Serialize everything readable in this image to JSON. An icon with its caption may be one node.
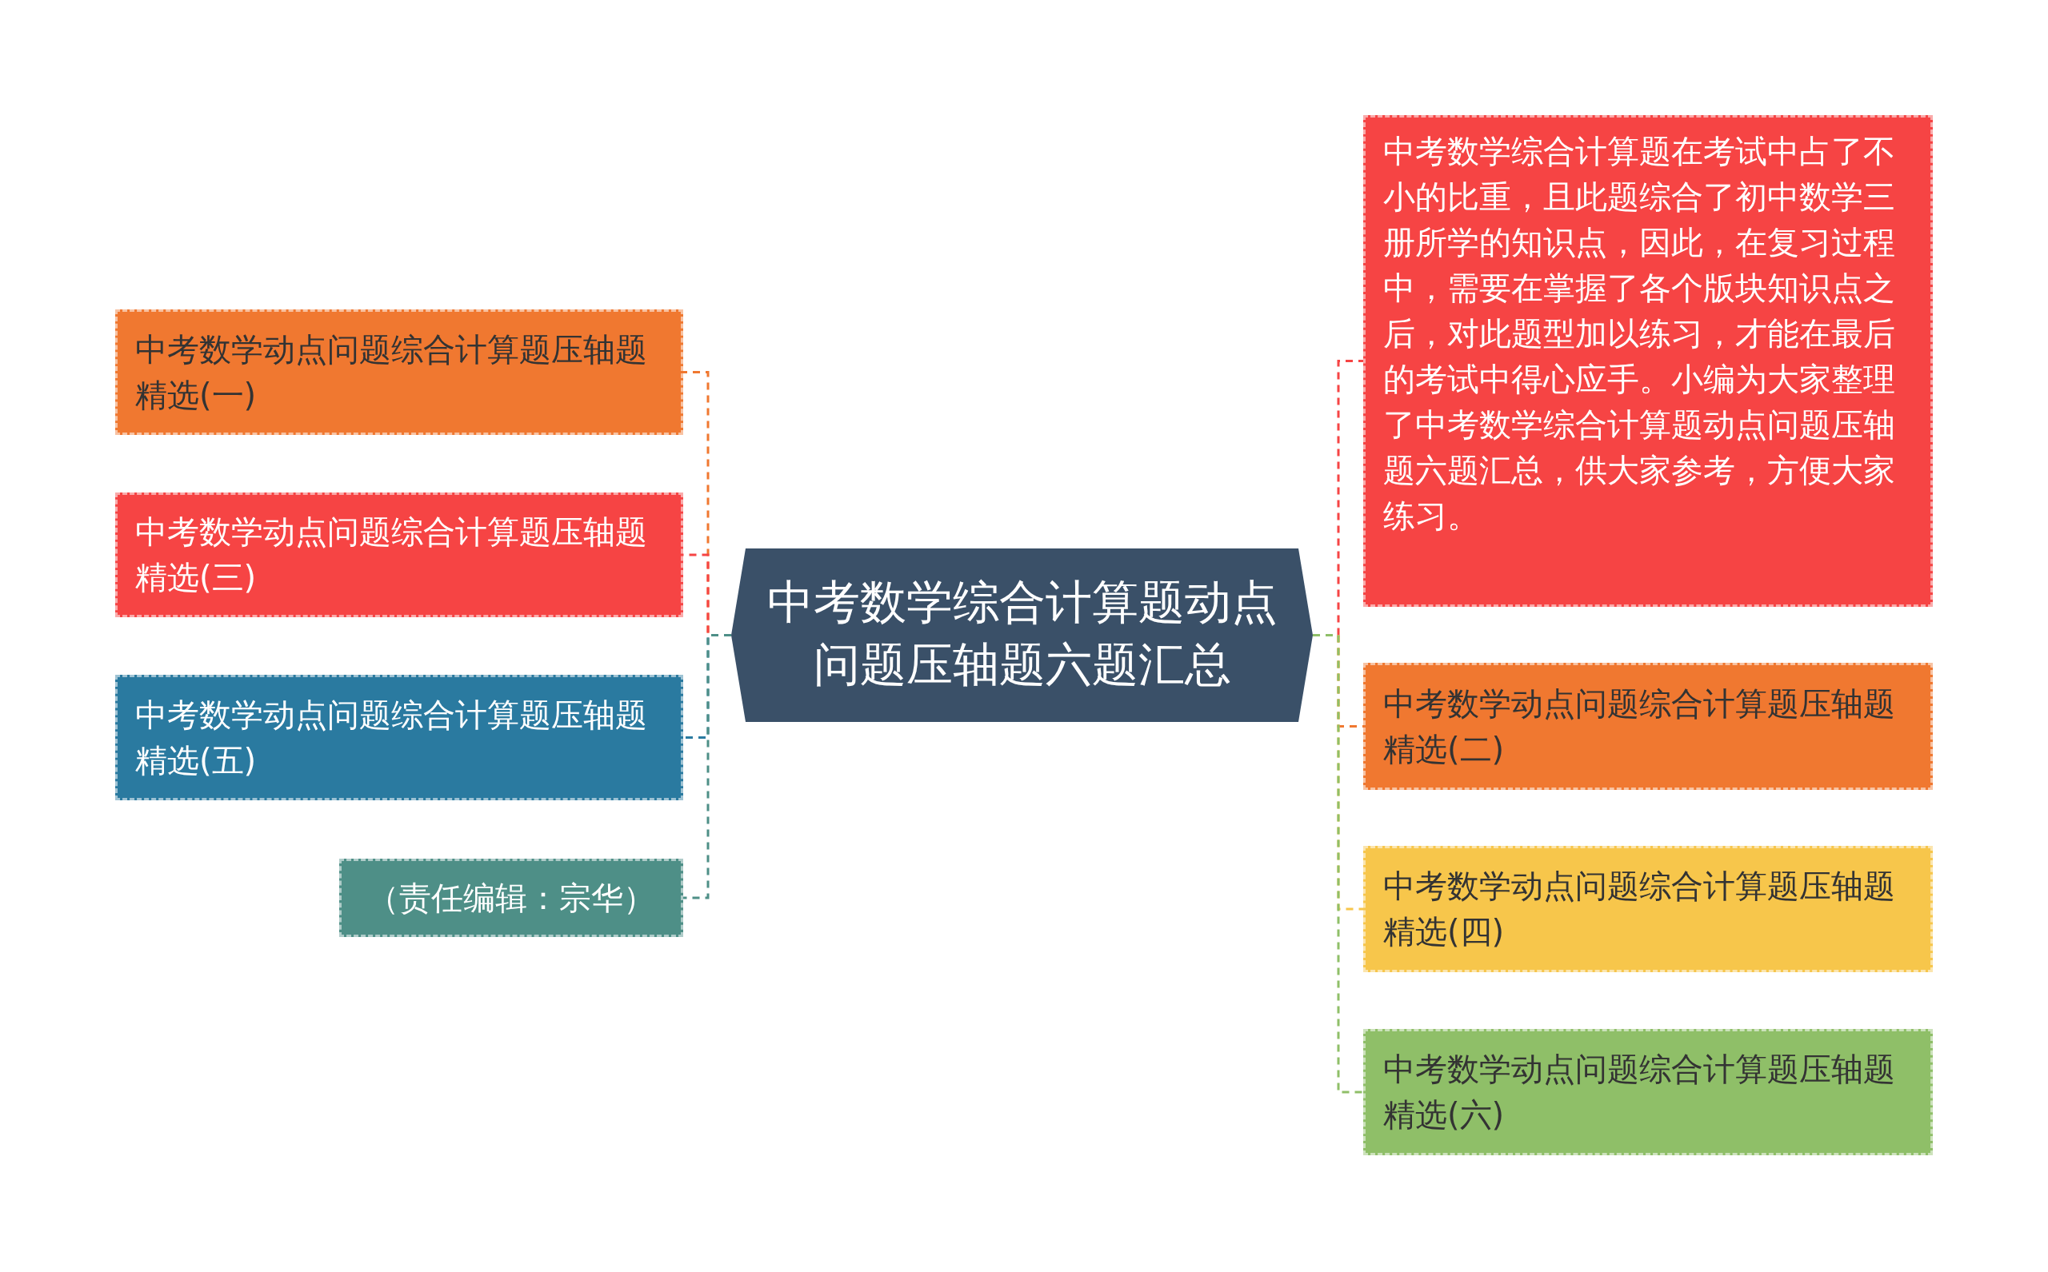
{
  "diagram": {
    "nodes": [
      {
        "text": [
          "中考数学综合计算题动点问题压轴题六题汇总"
        ]
      },
      {
        "text": [
          "中考数学动点问题综合计算题压轴题精选(一)"
        ]
      },
      {
        "text": [
          "中考数学动点问题综合计算题压轴题精选(三)"
        ]
      },
      {
        "text": [
          "中考数学动点问题综合计算题压轴题精选(五)"
        ]
      },
      {
        "text": [
          "（责任编辑：宗华）"
        ]
      },
      {
        "text": [
          "中考数学综合计算题在考试中占了不小的比重，且此题综合了初中数学三册所学的知识点，因此，在复习过程中，需要在掌握了各个版块知识点之后，对此题型加以练习，才能在最后的考试中得心应手。小编为大家整理了中考数学综合计算题动点问题压轴题六题汇总，供大家参考，方便大家练习。"
        ]
      },
      {
        "text": [
          "中考数学动点问题综合计算题压轴题精选(二)"
        ]
      },
      {
        "text": [
          "中考数学动点问题综合计算题压轴题精选(四)"
        ]
      },
      {
        "text": [
          "中考数学动点问题综合计算题压轴题精选(六)"
        ]
      }
    ],
    "edges": [
      {
        "from": 0,
        "to": 1,
        "arrow": "none",
        "style": "dashed",
        "color": "#f07830"
      },
      {
        "from": 0,
        "to": 2,
        "arrow": "none",
        "style": "dashed",
        "color": "#f64444"
      },
      {
        "from": 0,
        "to": 3,
        "arrow": "none",
        "style": "dashed",
        "color": "#2a7aa0"
      },
      {
        "from": 0,
        "to": 4,
        "arrow": "none",
        "style": "dashed",
        "color": "#4e8f87"
      },
      {
        "from": 0,
        "to": 5,
        "arrow": "none",
        "style": "dashed",
        "color": "#f64444"
      },
      {
        "from": 0,
        "to": 6,
        "arrow": "none",
        "style": "dashed",
        "color": "#f07830"
      },
      {
        "from": 0,
        "to": 7,
        "arrow": "none",
        "style": "dashed",
        "color": "#f7c64b"
      },
      {
        "from": 0,
        "to": 8,
        "arrow": "none",
        "style": "dashed",
        "color": "#8fbf68"
      }
    ]
  }
}
